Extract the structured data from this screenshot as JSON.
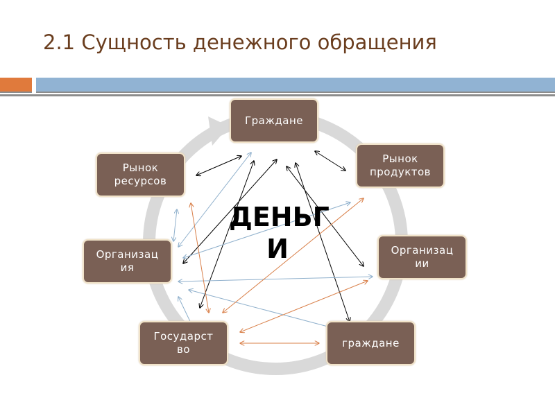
{
  "title": "2.1 Сущность денежного обращения",
  "center_label_line1": "ДЕНЬГ",
  "center_label_line2": "И",
  "nodes": {
    "citizens_top": "Граждане",
    "resource_market_l1": "Рынок",
    "resource_market_l2": "ресурсов",
    "product_market_l1": "Рынок",
    "product_market_l2": "продуктов",
    "organization_l1": "Организац",
    "organization_l2": "ия",
    "organizations_l1": "Организац",
    "organizations_l2": "ии",
    "state_l1": "Государст",
    "state_l2": "во",
    "citizens_bottom": "граждане"
  },
  "colors": {
    "title": "#6a3d1e",
    "node_fill": "#7a6055",
    "ring": "#d9d9d9",
    "arrow_black": "#000000",
    "arrow_blue": "#8fb0cc",
    "arrow_orange": "#d9804a"
  }
}
